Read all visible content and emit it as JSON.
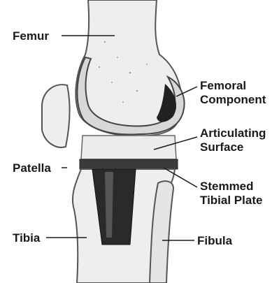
{
  "labels": {
    "femur": "Femur",
    "femoral_component_1": "Femoral",
    "femoral_component_2": "Component",
    "articulating_surface_1": "Articulating",
    "articulating_surface_2": "Surface",
    "patella": "Patella",
    "stemmed_tibial_plate_1": "Stemmed",
    "stemmed_tibial_plate_2": "Tibial Plate",
    "tibia": "Tibia",
    "fibula": "Fibula"
  },
  "colors": {
    "bone_fill": "#eeeeee",
    "outline": "#555555",
    "implant_dark": "#222222",
    "leader_line": "#1a1a1a"
  }
}
